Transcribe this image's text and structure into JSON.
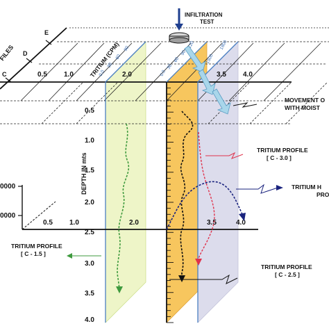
{
  "infiltration_test": {
    "line1": "INFILTRATION",
    "line2": "TEST"
  },
  "profiles_axis": {
    "label": "FILES",
    "points": [
      "C",
      "D",
      "E"
    ]
  },
  "tritium_cpm_label": "TRITIUM (CPM)",
  "cpm_scale_values": [
    "0.0",
    "30",
    "60",
    "90",
    "120"
  ],
  "cpm_scale_values_b": [
    "0.0",
    "30",
    "60",
    "90",
    "120",
    "150"
  ],
  "cpm_scale_values_c": [
    "1500",
    "1800"
  ],
  "distance_ticks_top": [
    "0.5",
    "1.0",
    "2.0",
    "3.5",
    "4.0"
  ],
  "distance_ticks_bottom": [
    "0.5",
    "1.0",
    "2.0",
    "3.5",
    "4.0"
  ],
  "left_axis_values": [
    "0000",
    "0000"
  ],
  "depth_axis": {
    "label": "DEPTH IN mts",
    "ticks": [
      "0.5",
      "1.0",
      "1.5",
      "2.0",
      "2.5",
      "3.0",
      "3.5",
      "4.0"
    ]
  },
  "annotations": {
    "movement_line1": "MOVEMENT O",
    "movement_line2": "WITH MOIST",
    "profile_c30_line1": "TRITIUM PROFILE",
    "profile_c30_line2": "[ C - 3.0 ]",
    "tritium_h_line1": "TRITIUM H",
    "tritium_h_line2": "PRO",
    "profile_c15_line1": "TRITIUM PROFILE",
    "profile_c15_line2": "[ C - 1.5 ]",
    "profile_c25_line1": "TRITIUM PROFILE",
    "profile_c25_line2": "[ C - 2.5 ]"
  },
  "colors": {
    "panel_c15": "#eef5c8",
    "panel_c25": "#f7c65e",
    "panel_c30": "#dcdcec",
    "profile_c15": "#3e9a3e",
    "profile_c25": "#111111",
    "profile_c30": "#e0324b",
    "profile_h": "#1a237e",
    "axis_blue": "#4a7fc1",
    "arrow_fill": "#a9d6ea"
  }
}
